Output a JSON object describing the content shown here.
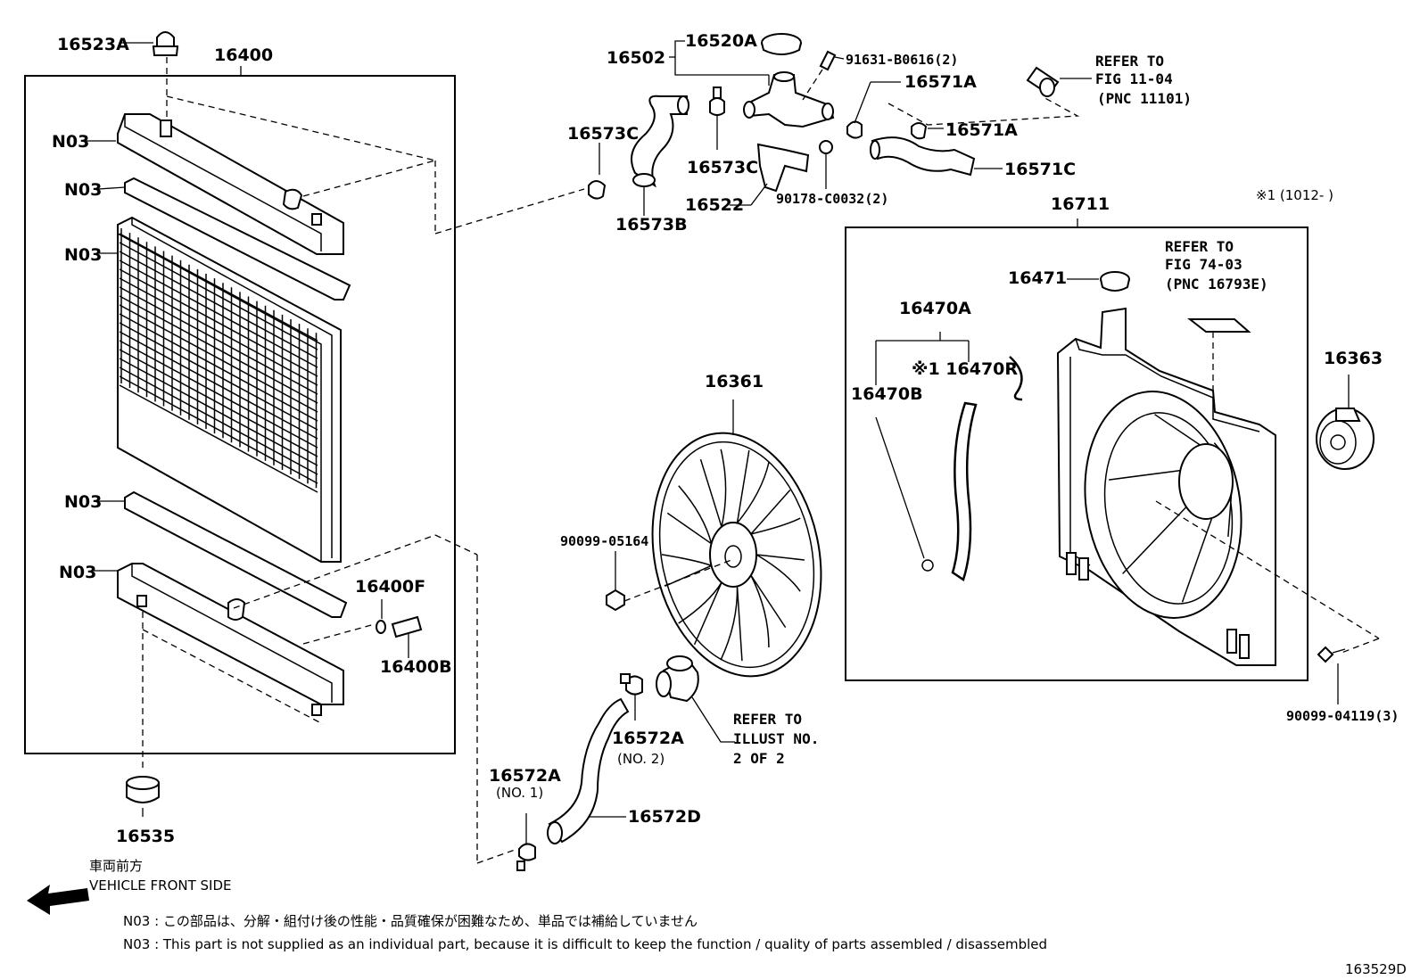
{
  "labels": {
    "p16523A": "16523A",
    "p16400": "16400",
    "n03_1": "N03",
    "n03_2": "N03",
    "n03_3": "N03",
    "n03_4": "N03",
    "n03_5": "N03",
    "p16400F": "16400F",
    "p16400B": "16400B",
    "p16535": "16535",
    "p16502": "16502",
    "p16520A": "16520A",
    "p91631": "91631-B0616(2)",
    "p16571A_1": "16571A",
    "p16571A_2": "16571A",
    "p16571C": "16571C",
    "p16573C_1": "16573C",
    "p16573C_2": "16573C",
    "p16573B": "16573B",
    "p16522": "16522",
    "p90178": "90178-C0032(2)",
    "p16711": "16711",
    "p16471": "16471",
    "p16470A": "16470A",
    "p16470R": "※1 16470R",
    "p16470B": "16470B",
    "p16361": "16361",
    "p16363": "16363",
    "p90099_05164": "90099-05164",
    "p90099_04119": "90099-04119(3)",
    "p16572A_1": "16572A",
    "p16572A_1_sub": "(NO. 2)",
    "p16572A_2": "16572A",
    "p16572A_2_sub": "(NO. 1)",
    "p16572D": "16572D",
    "fn_mark": "※1 (1012-      )"
  },
  "references": {
    "fig1104_l1": "REFER TO",
    "fig1104_l2": "FIG 11-04",
    "fig1104_l3": "(PNC 11101)",
    "fig7403_l1": "REFER TO",
    "fig7403_l2": "FIG 74-03",
    "fig7403_l3": "(PNC 16793E)",
    "illust_l1": "REFER TO",
    "illust_l2": "ILLUST NO.",
    "illust_l3": "2 OF 2"
  },
  "orientation": {
    "jp": "車両前方",
    "en": "VEHICLE FRONT SIDE"
  },
  "notes": {
    "jp": "N03 : この部品は、分解・組付け後の性能・品質確保が困難なため、単品では補給していません",
    "en": "N03 : This part is not supplied as an individual part, because it is difficult to keep the function / quality of parts assembled / disassembled"
  },
  "figure_id": "163529D"
}
